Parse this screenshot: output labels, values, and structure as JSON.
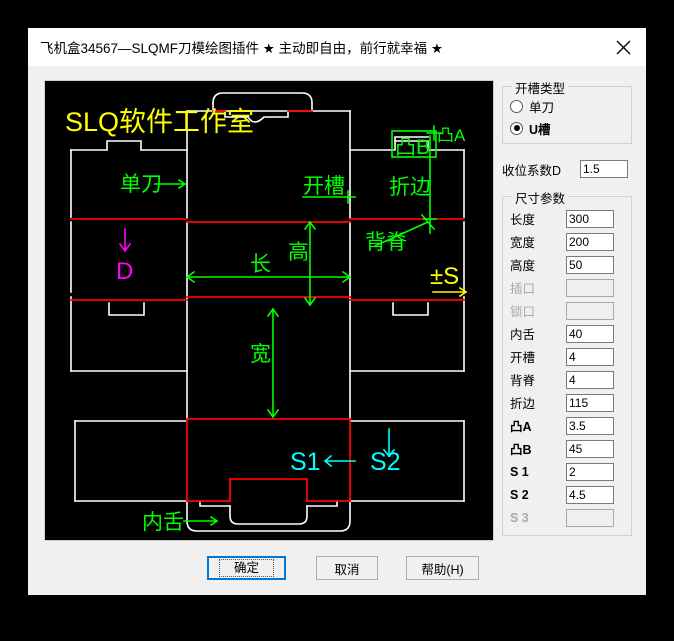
{
  "window": {
    "title": "飞机盒34567—SLQMF刀模绘图插件   ★ 主动即自由，前行就幸福 ★",
    "close_icon": "close-icon"
  },
  "canvas": {
    "watermark": "SLQ软件工作室",
    "background": "#000000",
    "colors": {
      "cut_line": "#ffffff",
      "crease_line": "#ff0000",
      "annotation_green": "#00ff00",
      "annotation_cyan": "#00ffff",
      "annotation_yellow": "#ffff00",
      "annotation_magenta": "#ff00ff"
    },
    "annotations": [
      {
        "text": "单刀",
        "color": "#00ff00"
      },
      {
        "text": "D",
        "color": "#ff00ff"
      },
      {
        "text": "开槽",
        "color": "#00ff00"
      },
      {
        "text": "凸B",
        "color": "#00ff00"
      },
      {
        "text": "凸A",
        "color": "#00ff00"
      },
      {
        "text": "折边",
        "color": "#00ff00"
      },
      {
        "text": "背脊",
        "color": "#00ff00"
      },
      {
        "text": "长",
        "color": "#00ff00"
      },
      {
        "text": "高",
        "color": "#00ff00"
      },
      {
        "text": "宽",
        "color": "#00ff00"
      },
      {
        "text": "±S",
        "color": "#ffff00"
      },
      {
        "text": "S1",
        "color": "#00ffff"
      },
      {
        "text": "S2",
        "color": "#00ffff"
      },
      {
        "text": "内舌",
        "color": "#00ff00"
      }
    ]
  },
  "panel": {
    "slot_type": {
      "title": "开槽类型",
      "options": [
        {
          "label": "单刀",
          "selected": false
        },
        {
          "label": "U槽",
          "selected": true
        }
      ]
    },
    "factor": {
      "label": "收位系数D",
      "value": "1.5"
    },
    "dimensions": {
      "title": "尺寸参数",
      "rows": [
        {
          "label": "长度",
          "value": "300",
          "enabled": true,
          "bold": false
        },
        {
          "label": "宽度",
          "value": "200",
          "enabled": true,
          "bold": false
        },
        {
          "label": "高度",
          "value": "50",
          "enabled": true,
          "bold": false
        },
        {
          "label": "插口",
          "value": "",
          "enabled": false,
          "bold": false
        },
        {
          "label": "锁口",
          "value": "",
          "enabled": false,
          "bold": false
        },
        {
          "label": "内舌",
          "value": "40",
          "enabled": true,
          "bold": false
        },
        {
          "label": "开槽",
          "value": "4",
          "enabled": true,
          "bold": false
        },
        {
          "label": "背脊",
          "value": "4",
          "enabled": true,
          "bold": false
        },
        {
          "label": "折边",
          "value": "115",
          "enabled": true,
          "bold": false
        },
        {
          "label": "凸A",
          "value": "3.5",
          "enabled": true,
          "bold": true
        },
        {
          "label": "凸B",
          "value": "45",
          "enabled": true,
          "bold": true
        },
        {
          "label": "S 1",
          "value": "2",
          "enabled": true,
          "bold": true
        },
        {
          "label": "S 2",
          "value": "4.5",
          "enabled": true,
          "bold": true
        },
        {
          "label": "S 3",
          "value": "",
          "enabled": false,
          "bold": true
        }
      ]
    }
  },
  "buttons": {
    "ok": "确定",
    "cancel": "取消",
    "help": "帮助(H)"
  }
}
